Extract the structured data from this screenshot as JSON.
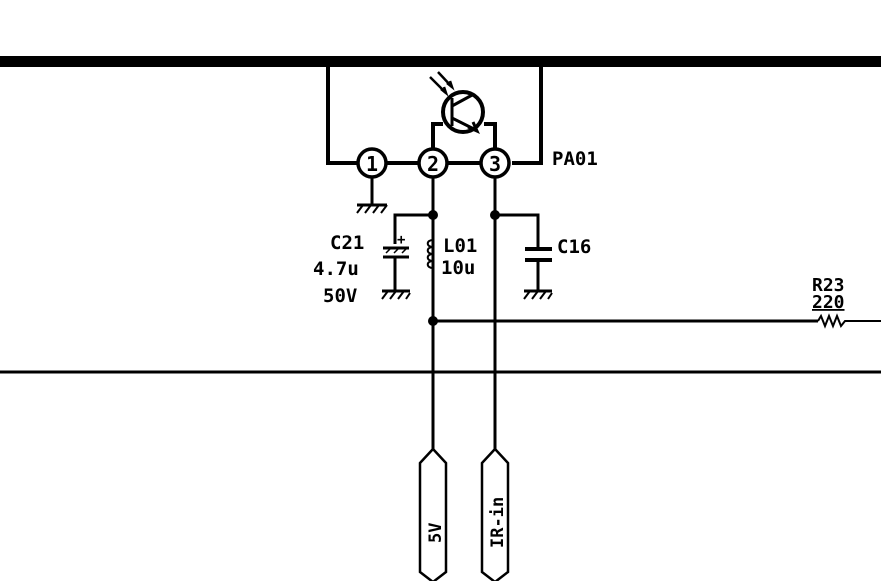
{
  "schematic": {
    "connector": {
      "ref": "PA01",
      "pins": [
        "1",
        "2",
        "3"
      ]
    },
    "c21": {
      "ref": "C21",
      "value": "4.7u",
      "voltage": "50V",
      "polarity": "+"
    },
    "l01": {
      "ref": "L01",
      "value": "10u"
    },
    "c16": {
      "ref": "C16"
    },
    "r23": {
      "ref": "R23",
      "value": "220"
    },
    "net_labels": {
      "supply": "5V",
      "ir": "IR-in"
    },
    "colors": {
      "ink": "#000000",
      "background": "#ffffff"
    }
  }
}
